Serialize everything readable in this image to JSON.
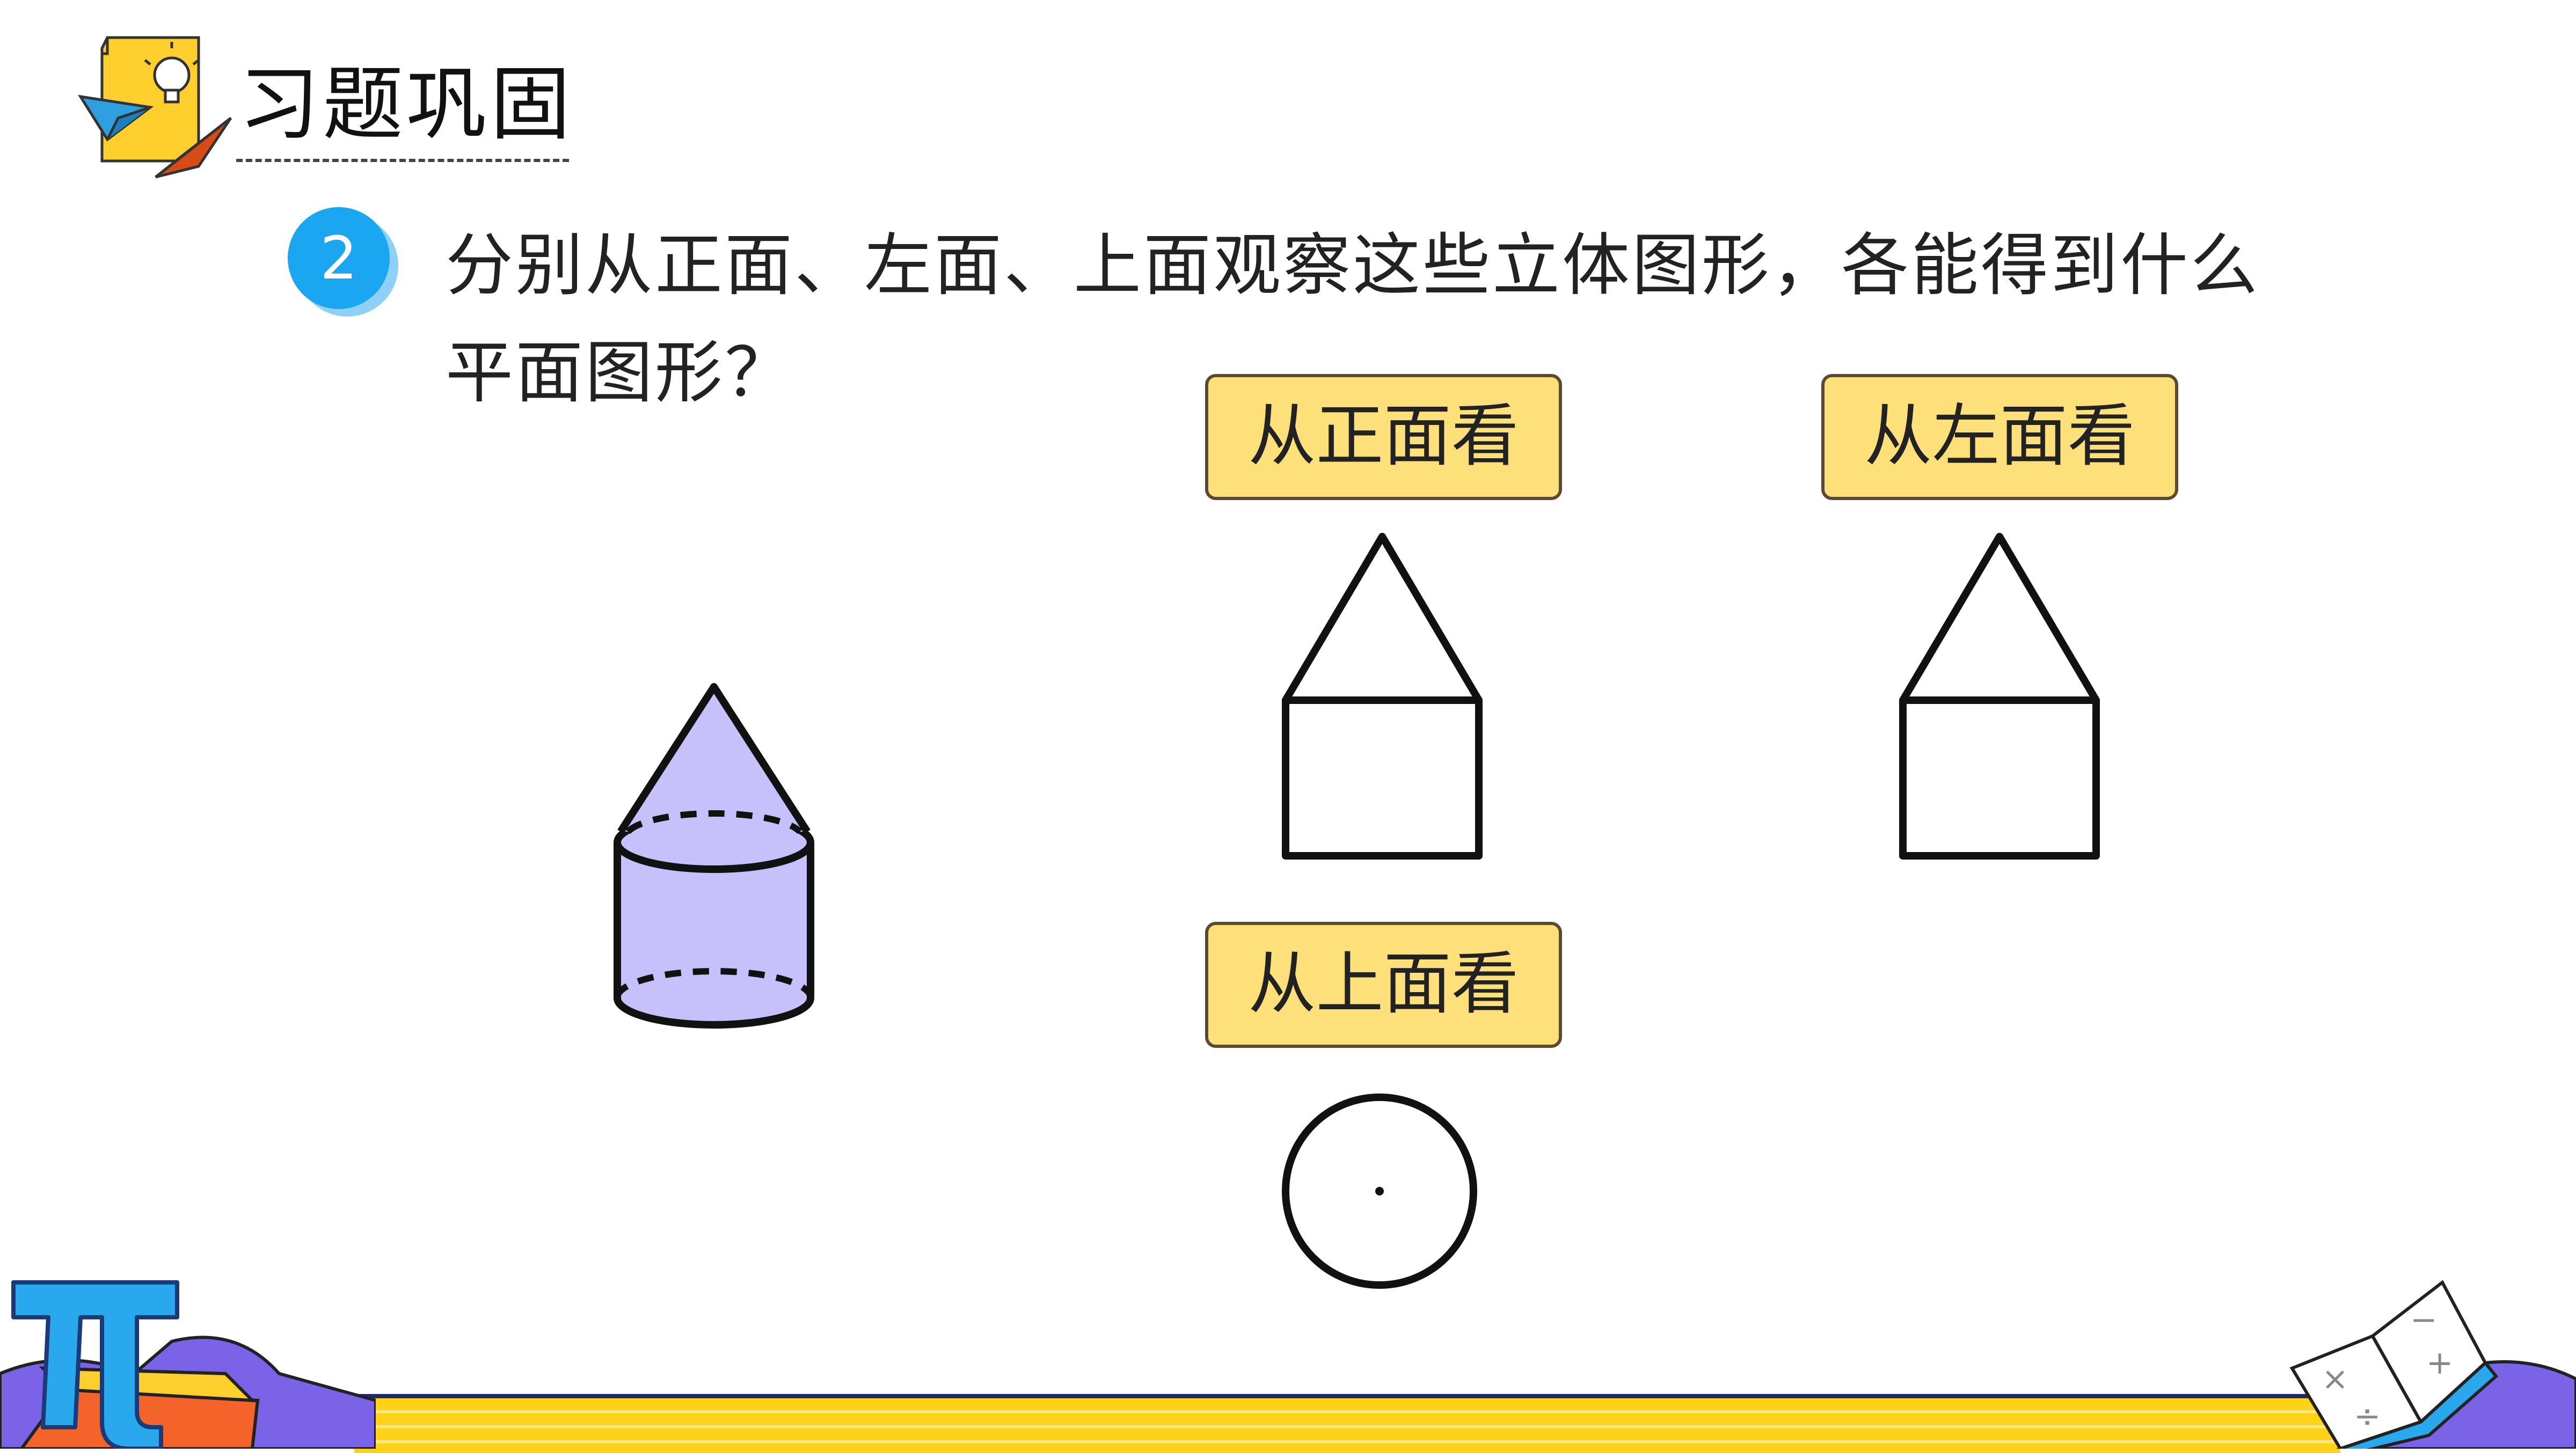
{
  "header": {
    "title": "习题巩固"
  },
  "question": {
    "number": "2",
    "text": "分别从正面、左面、上面观察这些立体图形，各能得到什么平面图形？"
  },
  "views": {
    "front_label": "从正面看",
    "left_label": "从左面看",
    "top_label": "从上面看"
  },
  "colors": {
    "solid_fill": "#c6c0fb",
    "label_fill": "#fde07a",
    "badge": "#1aa6f0",
    "band": "#ffd21a"
  }
}
